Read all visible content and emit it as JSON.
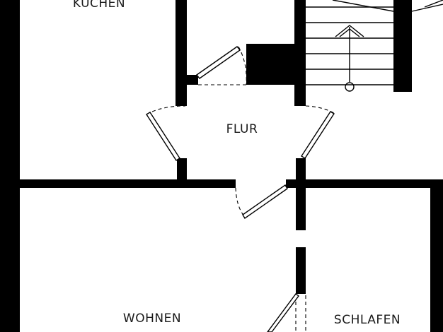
{
  "rooms": {
    "kuechen": "KÜCHEN",
    "flur": "FLUR",
    "wohnen": "WOHNEN",
    "schlafen": "SCHLAFEN"
  },
  "colors": {
    "wall": "#000000",
    "background": "#ffffff",
    "label": "#1a1a1a"
  },
  "icons": {
    "stair_direction": "up-arrow-icon"
  }
}
